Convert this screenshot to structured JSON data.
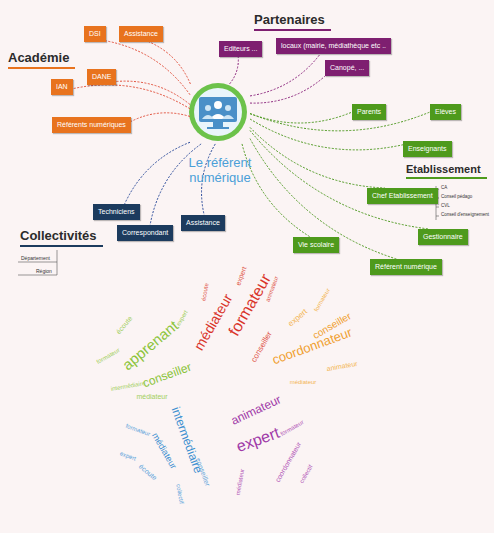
{
  "diagram": {
    "nodes": [
      {
        "text": [
          "Le référent numérique"
        ]
      },
      {
        "text": [
          "DSI"
        ]
      },
      {
        "text": [
          "Assistance"
        ]
      },
      {
        "text": [
          "DANE"
        ]
      },
      {
        "text": [
          "IAN"
        ]
      },
      {
        "text": [
          "Référents numériques"
        ]
      },
      {
        "text": [
          "Editeurs ..."
        ]
      },
      {
        "text": [
          "locaux (mairie, médiathèque etc .."
        ]
      },
      {
        "text": [
          "Canopé, ..."
        ]
      },
      {
        "text": [
          "Parents"
        ]
      },
      {
        "text": [
          "Elèves"
        ]
      },
      {
        "text": [
          "Enseignants"
        ]
      },
      {
        "text": [
          "Chef Etablissement"
        ]
      },
      {
        "text": [
          "Gestionnaire"
        ]
      },
      {
        "text": [
          "Référent numérique"
        ]
      },
      {
        "text": [
          "Vie scolaire"
        ]
      },
      {
        "text": [
          "Techniciens"
        ]
      },
      {
        "text": [
          "Correspondant"
        ]
      },
      {
        "text": [
          "Assistance"
        ]
      }
    ],
    "edges": [
      {
        "from": 0,
        "to": 1,
        "arrow": "none"
      },
      {
        "from": 0,
        "to": 2,
        "arrow": "none"
      },
      {
        "from": 0,
        "to": 3,
        "arrow": "none"
      },
      {
        "from": 0,
        "to": 4,
        "arrow": "none"
      },
      {
        "from": 0,
        "to": 5,
        "arrow": "none"
      },
      {
        "from": 0,
        "to": 6,
        "arrow": "none"
      },
      {
        "from": 0,
        "to": 7,
        "arrow": "none"
      },
      {
        "from": 0,
        "to": 8,
        "arrow": "none"
      },
      {
        "from": 0,
        "to": 9,
        "arrow": "none"
      },
      {
        "from": 0,
        "to": 10,
        "arrow": "none"
      },
      {
        "from": 0,
        "to": 11,
        "arrow": "none"
      },
      {
        "from": 0,
        "to": 12,
        "arrow": "none"
      },
      {
        "from": 0,
        "to": 13,
        "arrow": "none"
      },
      {
        "from": 0,
        "to": 14,
        "arrow": "none"
      },
      {
        "from": 0,
        "to": 15,
        "arrow": "none"
      },
      {
        "from": 0,
        "to": 16,
        "arrow": "none"
      },
      {
        "from": 0,
        "to": 17,
        "arrow": "none"
      },
      {
        "from": 0,
        "to": 18,
        "arrow": "none"
      }
    ],
    "labels": [
      "Académie",
      "Partenaires",
      "Etablissement",
      "Collectivités",
      "CA",
      "Conseil pédago",
      "CVL",
      "Conseil d'enseignement",
      "Département",
      "Région",
      "formateur",
      "médiateur",
      "conseiller",
      "expert",
      "écoute",
      "animateur",
      "coordonnateur",
      "conseiller",
      "expert",
      "animateur",
      "médiateur",
      "formateur",
      "apprenant",
      "conseiller",
      "écoute",
      "médiateur",
      "formateur",
      "expert",
      "intermédiaire",
      "intermédiaire",
      "médiateur",
      "écoute",
      "conseiller",
      "formateur",
      "collectif",
      "expert",
      "expert",
      "animateur",
      "coordonnateur",
      "collectif",
      "médiateur",
      "formateur"
    ]
  }
}
